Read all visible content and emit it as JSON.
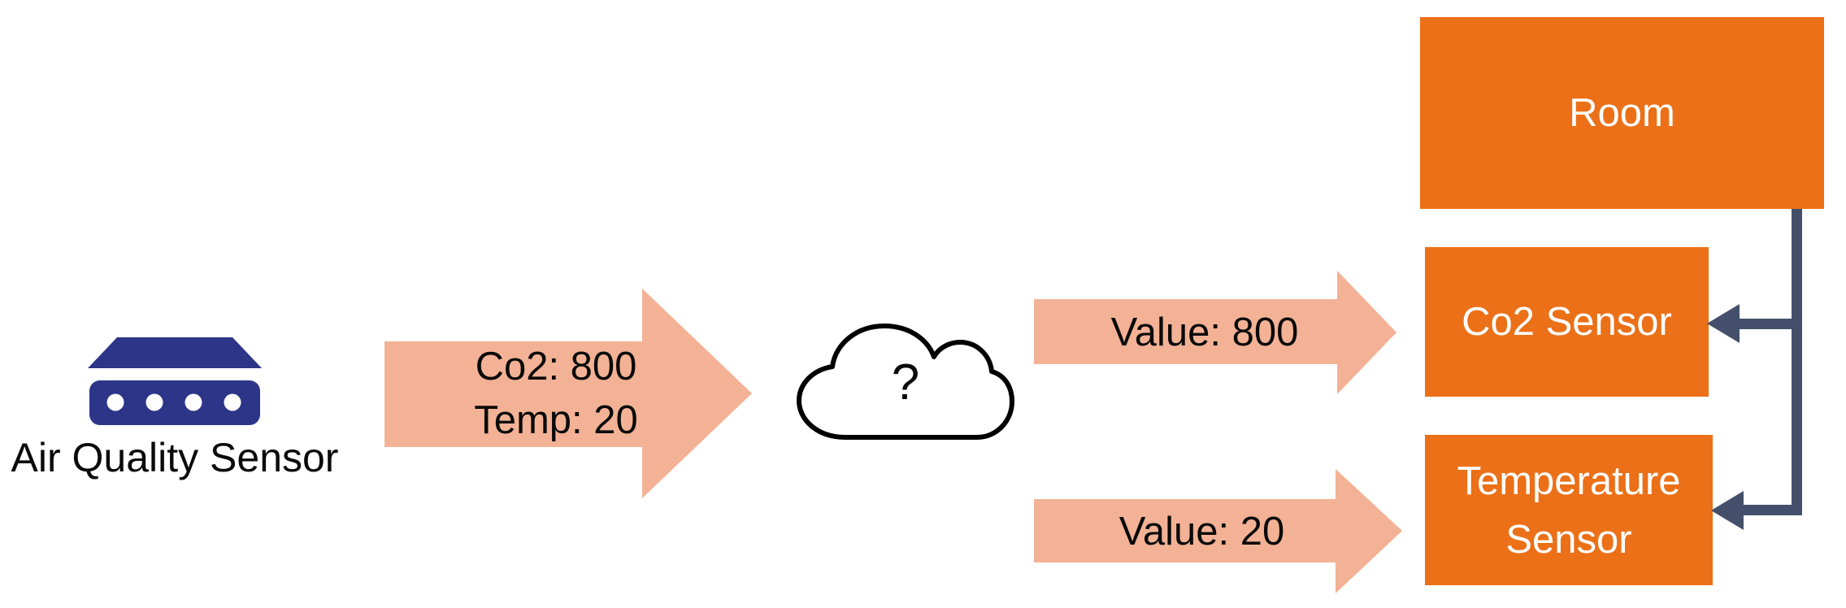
{
  "colors": {
    "orange": "#EB7017",
    "salmon": "#F3B295",
    "connector": "#44506B",
    "device_navy": "#2D3588",
    "cloud_stroke": "#000000",
    "cloud_fill": "#FFFFFF",
    "text_black": "#0A0A0A",
    "text_white": "#FFFFFF"
  },
  "device": {
    "label": "Air Quality Sensor"
  },
  "flow_arrows": {
    "sensor_to_cloud": {
      "lines": [
        "Co2: 800",
        "Temp: 20"
      ]
    },
    "cloud_to_co2": {
      "label": "Value: 800"
    },
    "cloud_to_temp": {
      "label": "Value: 20"
    }
  },
  "cloud": {
    "symbol": "?"
  },
  "nodes": {
    "room": {
      "label": "Room"
    },
    "co2_sensor": {
      "label": "Co2 Sensor"
    },
    "temperature_sensor": {
      "label": "Temperature Sensor"
    }
  }
}
